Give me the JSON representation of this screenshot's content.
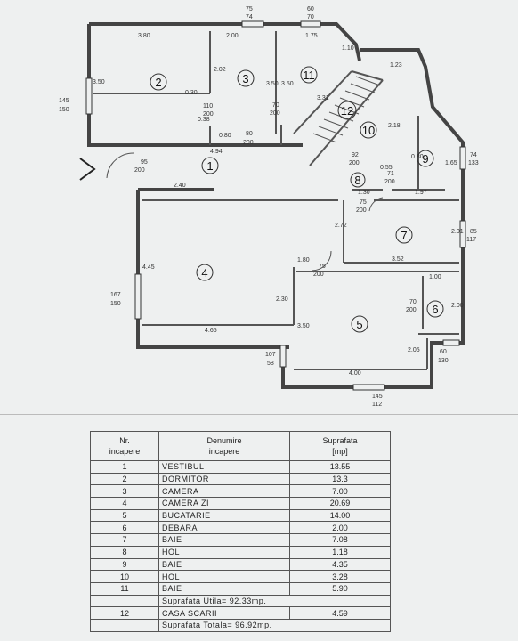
{
  "rooms": [
    {
      "no": "1"
    },
    {
      "no": "2"
    },
    {
      "no": "3"
    },
    {
      "no": "4"
    },
    {
      "no": "5"
    },
    {
      "no": "6"
    },
    {
      "no": "7"
    },
    {
      "no": "8"
    },
    {
      "no": "9"
    },
    {
      "no": "10"
    },
    {
      "no": "11"
    },
    {
      "no": "12"
    }
  ],
  "dims": {
    "d380": "3.80",
    "d200a": "2.00",
    "d175": "1.75",
    "d110a": "1.10",
    "d7574a": "75",
    "d7574b": "74",
    "d6070a": "60",
    "d6070b": "70",
    "d350a": "3.50",
    "d202": "2.02",
    "d350b": "3.50",
    "d350c": "3.50",
    "d030": "0.30",
    "d110b": "110",
    "d200b": "200",
    "d70a": "70",
    "d200c": "200",
    "d038": "0.38",
    "d080": "0.80",
    "d80": "80",
    "d200d": "200",
    "d145a": "145",
    "d150a": "150",
    "d123": "1.23",
    "d331": "3.31",
    "d494": "4.94",
    "d95": "95",
    "d200e": "200",
    "d240": "2.40",
    "d218": "2.18",
    "d92": "92",
    "d200f": "200",
    "d71": "71",
    "d200g": "200",
    "d130": "1.30",
    "d197": "1.97",
    "d7133a": "74",
    "d7133b": "133",
    "d75a": "75",
    "d200h": "200",
    "d272": "2.72",
    "d201": "2.01",
    "d85": "85",
    "d117": "117",
    "d352": "3.52",
    "d180": "1.80",
    "d445": "4.45",
    "d167": "167",
    "d150b": "150",
    "d75b": "75",
    "d200i": "200",
    "d230": "2.30",
    "d100": "1.00",
    "d70b": "70",
    "d200j": "200",
    "d200k": "2.00",
    "d465": "4.65",
    "d350d": "3.50",
    "d205": "2.05",
    "d107": "107",
    "d58": "58",
    "d60b": "60",
    "d130b": "130",
    "d400": "4.00",
    "d145b": "145",
    "d112": "112",
    "d165": "1.65",
    "d080b": "0.80",
    "d055": "0.55"
  },
  "table": {
    "h_nr": "Nr.",
    "h_nr2": "incapere",
    "h_den": "Denumire",
    "h_den2": "incapere",
    "h_sup": "Suprafata",
    "h_sup2": "[mp]",
    "rows": [
      {
        "nr": "1",
        "name": "VESTIBUL",
        "area": "13.55"
      },
      {
        "nr": "2",
        "name": "DORMITOR",
        "area": "13.3"
      },
      {
        "nr": "3",
        "name": "CAMERA",
        "area": "7.00"
      },
      {
        "nr": "4",
        "name": "CAMERA ZI",
        "area": "20.69"
      },
      {
        "nr": "5",
        "name": "BUCATARIE",
        "area": "14.00"
      },
      {
        "nr": "6",
        "name": "DEBARA",
        "area": "2.00"
      },
      {
        "nr": "7",
        "name": "BAIE",
        "area": "7.08"
      },
      {
        "nr": "8",
        "name": "HOL",
        "area": "1.18"
      },
      {
        "nr": "9",
        "name": "BAIE",
        "area": "4.35"
      },
      {
        "nr": "10",
        "name": "HOL",
        "area": "3.28"
      },
      {
        "nr": "11",
        "name": "BAIE",
        "area": "5.90"
      }
    ],
    "util": "Suprafata Utila= 92.33mp.",
    "row12": {
      "nr": "12",
      "name": "CASA SCARII",
      "area": "4.59"
    },
    "total": "Suprafata Totala= 96.92mp."
  }
}
